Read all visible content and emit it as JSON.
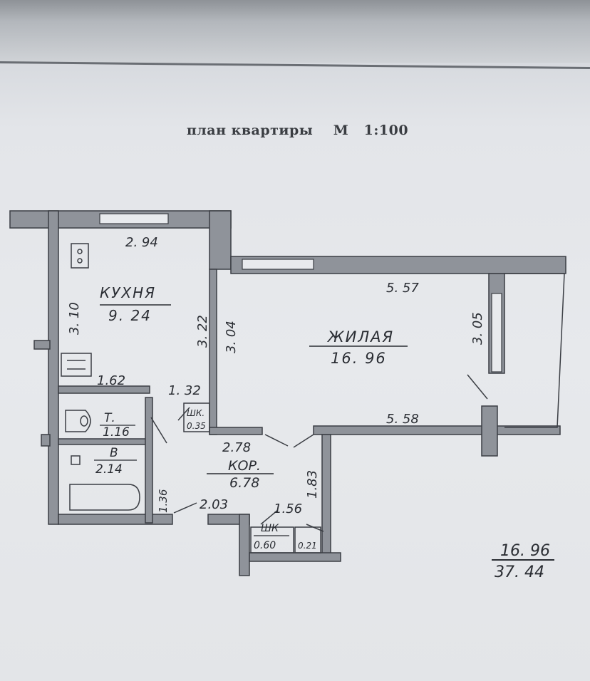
{
  "document": {
    "title": "план квартиры    М   1:100"
  },
  "rooms": {
    "kitchen": {
      "name": "КУХНЯ",
      "area": "9. 24"
    },
    "living": {
      "name": "ЖИЛАЯ",
      "area": "16. 96"
    },
    "toilet": {
      "name": "Т.",
      "area": "1.16"
    },
    "bath": {
      "name": "В",
      "area": "2.14"
    },
    "corridor": {
      "name": "КОР.",
      "area": "6.78"
    },
    "closet1": {
      "name": "ШК.",
      "area": "0.35"
    },
    "closet2": {
      "name": "ШК",
      "area": "0.60"
    },
    "closet3": {
      "area": "0.21"
    }
  },
  "dimensions": {
    "d294": "2. 94",
    "d310": "3. 10",
    "d322": "3. 22",
    "d304": "3. 04",
    "d557": "5. 57",
    "d305": "3. 05",
    "d162": "1.62",
    "d132": "1. 32",
    "d558": "5. 58",
    "d278": "2.78",
    "d183": "1.83",
    "d136": "1.36",
    "d203": "2.03",
    "d156": "1.56"
  },
  "summary": {
    "living_area": "16. 96",
    "total_area": "37. 44"
  }
}
